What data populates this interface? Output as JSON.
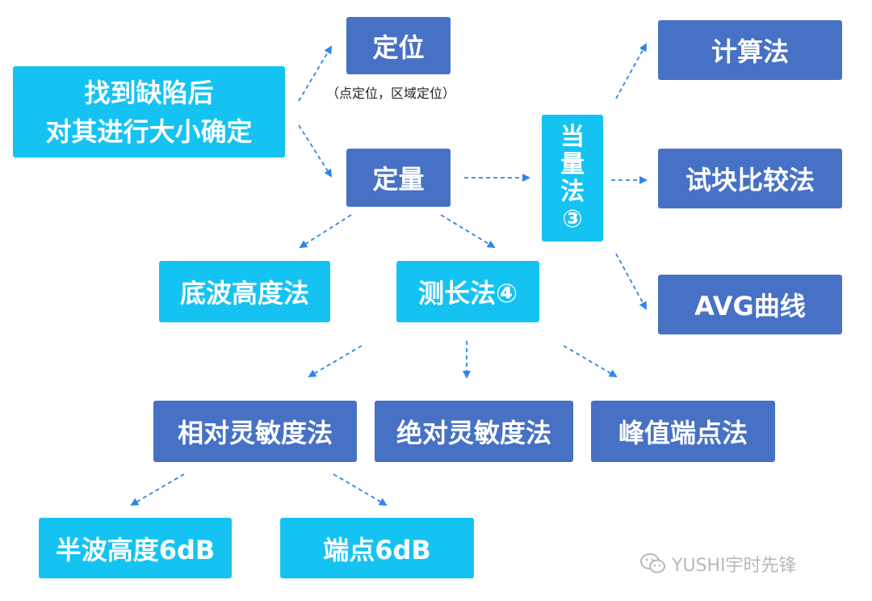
{
  "colors": {
    "cyan": "#14c3f2",
    "blue": "#4771c5",
    "arrow": "#2e86e6"
  },
  "nodes": {
    "root_line1": "找到缺陷后",
    "root_line2": "对其进行大小确定",
    "locate": "定位",
    "locate_note": "（点定位，区域定位）",
    "quantify": "定量",
    "equivalent_chars": [
      "当",
      "量",
      "法",
      "③"
    ],
    "calc": "计算法",
    "test_block": "试块比较法",
    "avg": "AVG曲线",
    "bottom_wave": "底波高度法",
    "length_method": "测长法④",
    "relative": "相对灵敏度法",
    "absolute": "绝对灵敏度法",
    "peak": "峰值端点法",
    "half_wave": "半波高度6dB",
    "end_point": "端点6dB"
  },
  "watermark": {
    "icon": "wechat-icon",
    "text": "YUSHI宇时先锋"
  }
}
